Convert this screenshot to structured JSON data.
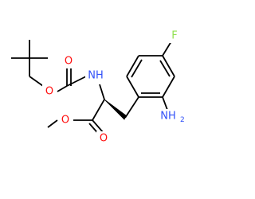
{
  "structure": {
    "atoms": {
      "carbonyl_O_boc": {
        "text": "O"
      },
      "ester_O_boc": {
        "text": "O"
      },
      "nh": {
        "text": "NH"
      },
      "ester_O_methyl": {
        "text": "O"
      },
      "carbonyl_O_ester": {
        "text": "O"
      },
      "fluorine": {
        "text": "F"
      },
      "amine_N": {
        "text": "NH"
      },
      "amine_sub": {
        "text": "2"
      }
    },
    "colors": {
      "carbon_bond": "#000000",
      "oxygen": "#ff0d0d",
      "nitrogen": "#3050f8",
      "fluorine": "#90e050"
    }
  }
}
